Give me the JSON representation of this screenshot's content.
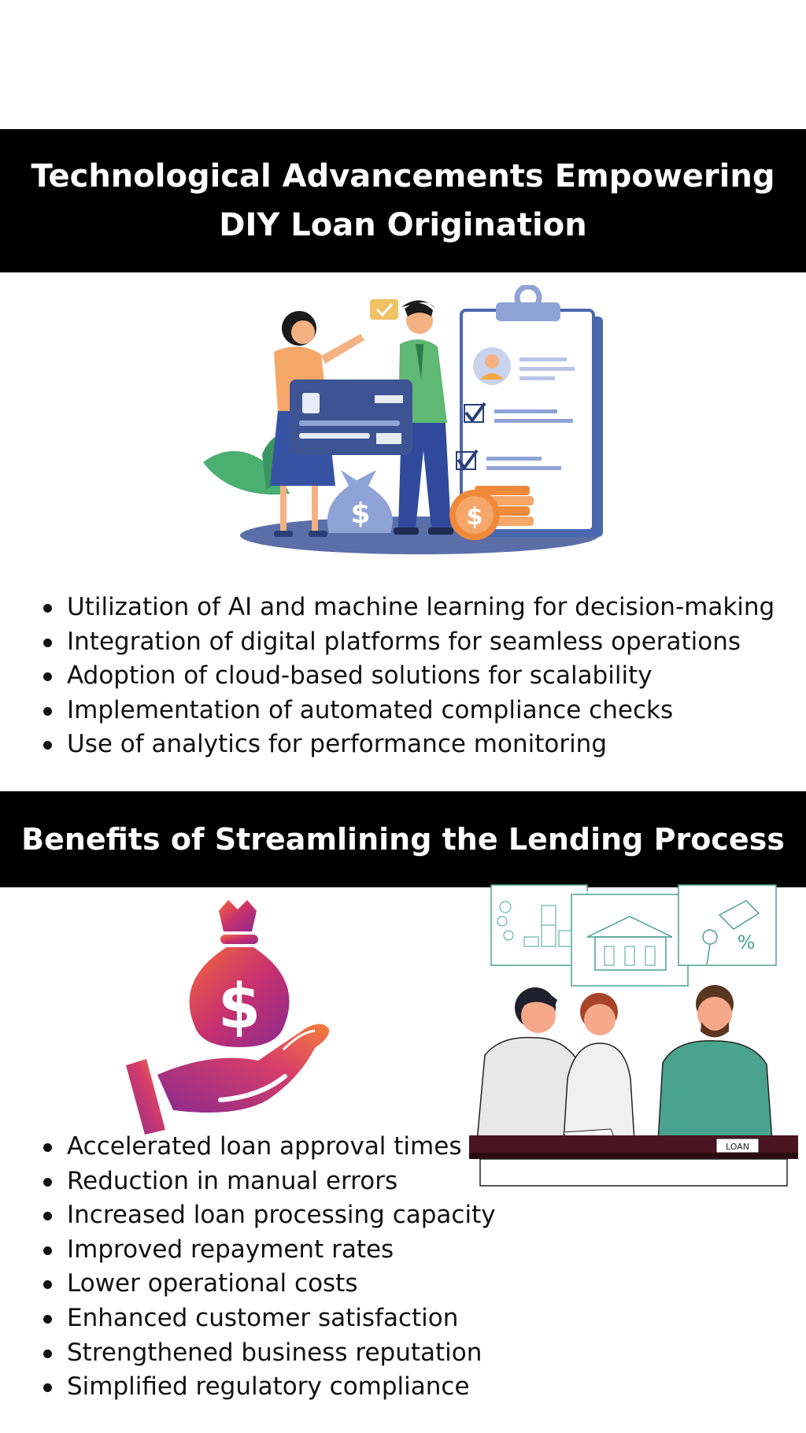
{
  "section1": {
    "title_line1": "Technological Advancements Empowering",
    "title_line2": "DIY Loan Origination",
    "bullets": [
      "Utilization of AI and machine learning for decision-making",
      "Integration of digital platforms for seamless operations",
      "Adoption of cloud-based solutions for scalability",
      "Implementation of automated compliance checks",
      "Use of analytics for performance monitoring"
    ]
  },
  "section2": {
    "title": "Benefits of Streamlining the Lending Process",
    "bullets": [
      "Accelerated loan approval times",
      "Reduction in manual errors",
      "Increased loan processing capacity",
      "Improved repayment rates",
      "Lower operational costs",
      "Enhanced customer satisfaction",
      "Strengthened business reputation",
      "Simplified regulatory compliance"
    ]
  },
  "illustration_text": {
    "bag_symbol": "$",
    "coin_symbol": "$",
    "hand_bag_symbol": "$",
    "desk_sign": "LOAN",
    "percent_sign": "%"
  },
  "colors": {
    "banner": "#000000",
    "banner_text": "#ffffff",
    "accent_blue": "#4a68ad",
    "accent_orange": "#f08a3a",
    "accent_teal": "#4aa38f"
  }
}
